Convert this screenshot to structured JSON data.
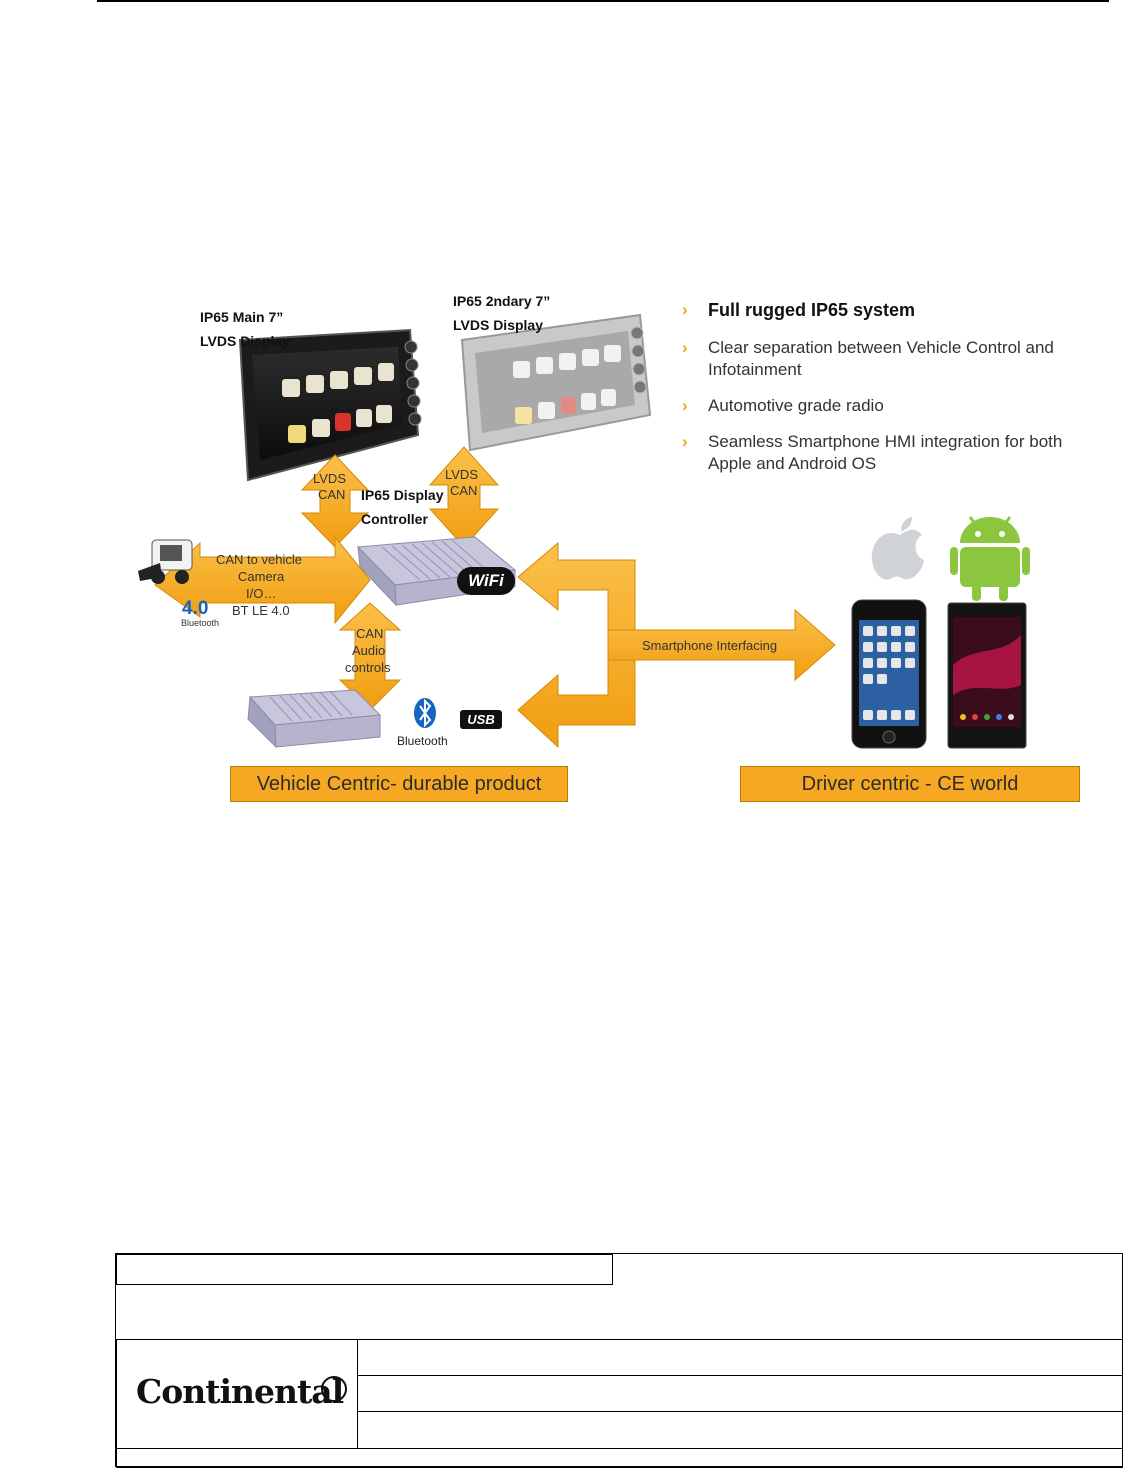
{
  "figure": {
    "main_display_label": [
      "IP65 Main 7”",
      "LVDS Display"
    ],
    "second_display_label": [
      "IP65 2ndary  7”",
      "LVDS Display"
    ],
    "controller_label": [
      "IP65 Display",
      "Controller"
    ],
    "lvds_can_left": [
      "LVDS",
      "CAN"
    ],
    "lvds_can_right": [
      "LVDS",
      "CAN"
    ],
    "vehicle_io": [
      "CAN to vehicle",
      "Camera",
      "I/O…",
      "BT LE 4.0"
    ],
    "can_audio": [
      "CAN",
      "Audio",
      "controls"
    ],
    "smartphone_interfacing": "Smartphone Interfacing",
    "wifi_badge": "WiFi",
    "bt40_badge": "4.0",
    "bt40_caption": "Bluetooth",
    "bluetooth_caption": "Bluetooth",
    "usb_badge": "USB",
    "vehicle_box": "Vehicle Centric- durable product",
    "driver_box": "Driver centric  -  CE world",
    "bullets": [
      "Full rugged IP65 system",
      "Clear separation between Vehicle Control and Infotainment",
      "Automotive grade radio",
      "Seamless Smartphone HMI integration for both Apple and Android OS"
    ],
    "bullet_chevron": "›"
  },
  "footer": {
    "logo_text": "Continental"
  },
  "colors": {
    "arrow_orange": "#f7a823",
    "box_orange": "#f7a823",
    "bluetooth_blue": "#1565c0",
    "android_green": "#8cc63f"
  }
}
